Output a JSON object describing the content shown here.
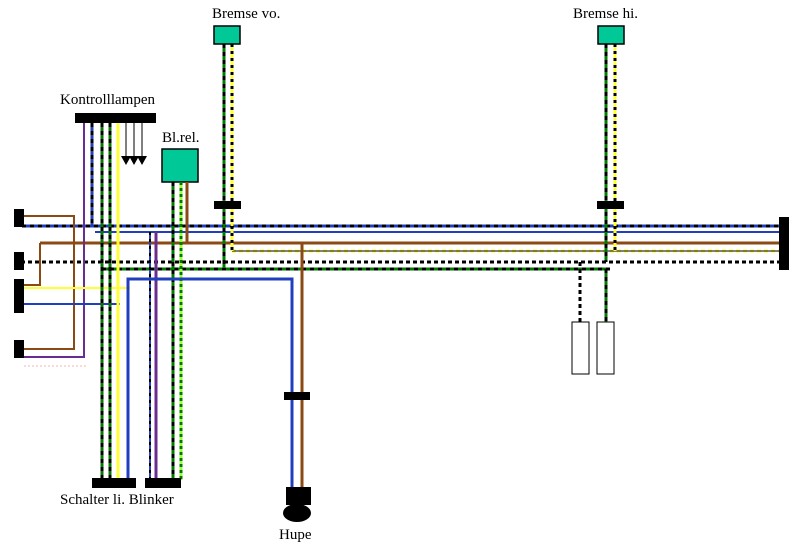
{
  "labels": {
    "bremse_vorne": "Bremse vo.",
    "bremse_hinten": "Bremse hi.",
    "kontrolllampen": "Kontrolllampen",
    "blinkrelais": "Bl.rel.",
    "schalter": "Schalter li. Blinker",
    "hupe": "Hupe"
  },
  "colors": {
    "wire_black": "#000000",
    "wire_blue": "#1f3fbf",
    "wire_brown": "#8b4a14",
    "wire_yellow": "#ffff33",
    "wire_purple": "#6a2d8f",
    "wire_green": "#007a00",
    "wire_lime": "#99ff33",
    "component_fill": "#00c896",
    "background": "#ffffff"
  }
}
